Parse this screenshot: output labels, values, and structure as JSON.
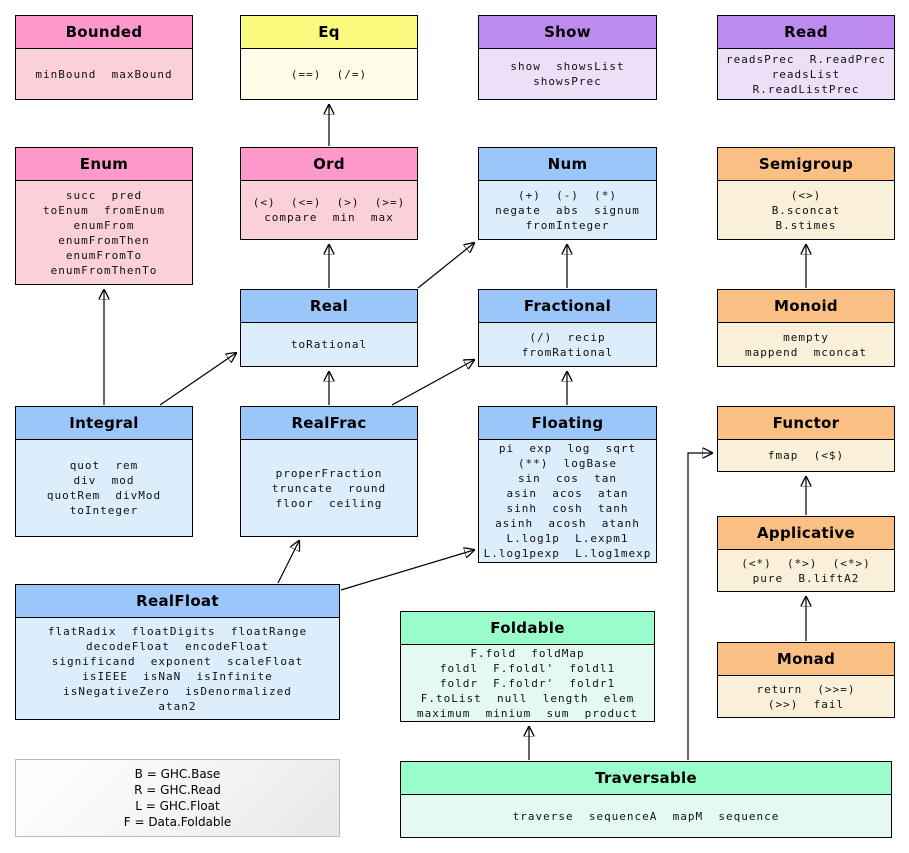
{
  "palette": {
    "pink-header": "#FF99CC",
    "pink-body": "#FBD0DB",
    "yellow-header": "#FAFA7E",
    "yellow-body": "#FEFEE8",
    "purple-header": "#BD8BF0",
    "purple-body": "#EEDFF8",
    "blue-header": "#9AC6FA",
    "blue-body": "#DCEDFB",
    "orange-header": "#FAC083",
    "orange-body": "#FAEFD8",
    "green-header": "#9AFBCB",
    "green-body": "#E4FAF1",
    "box-border": "#000000",
    "legend-border": "#BBBBBB"
  },
  "classes": {
    "bounded": {
      "title": "Bounded",
      "methods": "minBound  maxBound"
    },
    "eq": {
      "title": "Eq",
      "methods": "(==)  (/=)"
    },
    "show": {
      "title": "Show",
      "methods": "show  showsList\nshowsPrec"
    },
    "read": {
      "title": "Read",
      "methods": "readsPrec  R.readPrec\nreadsList\nR.readListPrec"
    },
    "enum": {
      "title": "Enum",
      "methods": "succ  pred\ntoEnum  fromEnum\nenumFrom\nenumFromThen\nenumFromTo\nenumFromThenTo"
    },
    "ord": {
      "title": "Ord",
      "methods": "(<)  (<=)  (>)  (>=)\ncompare  min  max"
    },
    "num": {
      "title": "Num",
      "methods": "(+)  (-)  (*)\nnegate  abs  signum\nfromInteger"
    },
    "semigroup": {
      "title": "Semigroup",
      "methods": "(<>)\nB.sconcat\nB.stimes"
    },
    "real": {
      "title": "Real",
      "methods": "toRational"
    },
    "fractional": {
      "title": "Fractional",
      "methods": "(/)  recip\nfromRational"
    },
    "monoid": {
      "title": "Monoid",
      "methods": "mempty\nmappend  mconcat"
    },
    "integral": {
      "title": "Integral",
      "methods": "quot  rem\ndiv  mod\nquotRem  divMod\ntoInteger"
    },
    "realfrac": {
      "title": "RealFrac",
      "methods": "properFraction\ntruncate  round\nfloor  ceiling"
    },
    "floating": {
      "title": "Floating",
      "methods": "pi  exp  log  sqrt\n(**)  logBase\nsin  cos  tan\nasin  acos  atan\nsinh  cosh  tanh\nasinh  acosh  atanh\nL.log1p  L.expm1\nL.log1pexp  L.log1mexp"
    },
    "functor": {
      "title": "Functor",
      "methods": "fmap  (<$)"
    },
    "applicative": {
      "title": "Applicative",
      "methods": "(<*)  (*>)  (<*>)\npure  B.liftA2"
    },
    "realfloat": {
      "title": "RealFloat",
      "methods": "flatRadix  floatDigits  floatRange\ndecodeFloat  encodeFloat\nsignificand  exponent  scaleFloat\nisIEEE  isNaN  isInfinite\nisNegativeZero  isDenormalized\natan2"
    },
    "foldable": {
      "title": "Foldable",
      "methods": "F.fold  foldMap\nfoldl  F.foldl'  foldl1\nfoldr  F.foldr'  foldr1\nF.toList  null  length  elem\nmaximum  minium  sum  product"
    },
    "monad": {
      "title": "Monad",
      "methods": "return  (>>=)\n(>>)  fail"
    },
    "traversable": {
      "title": "Traversable",
      "methods": "traverse  sequenceA  mapM  sequence"
    }
  },
  "legend": {
    "lines": "B = GHC.Base\nR = GHC.Read\nL = GHC.Float\nF = Data.Foldable"
  },
  "edges": [
    {
      "from": "Ord",
      "to": "Eq"
    },
    {
      "from": "Real",
      "to": "Ord"
    },
    {
      "from": "Real",
      "to": "Num"
    },
    {
      "from": "Integral",
      "to": "Enum"
    },
    {
      "from": "Integral",
      "to": "Real"
    },
    {
      "from": "RealFrac",
      "to": "Real"
    },
    {
      "from": "RealFrac",
      "to": "Fractional"
    },
    {
      "from": "Fractional",
      "to": "Num"
    },
    {
      "from": "Floating",
      "to": "Fractional"
    },
    {
      "from": "RealFloat",
      "to": "RealFrac"
    },
    {
      "from": "RealFloat",
      "to": "Floating"
    },
    {
      "from": "Monoid",
      "to": "Semigroup"
    },
    {
      "from": "Applicative",
      "to": "Functor"
    },
    {
      "from": "Monad",
      "to": "Applicative"
    },
    {
      "from": "Traversable",
      "to": "Foldable"
    },
    {
      "from": "Traversable",
      "to": "Functor"
    }
  ]
}
